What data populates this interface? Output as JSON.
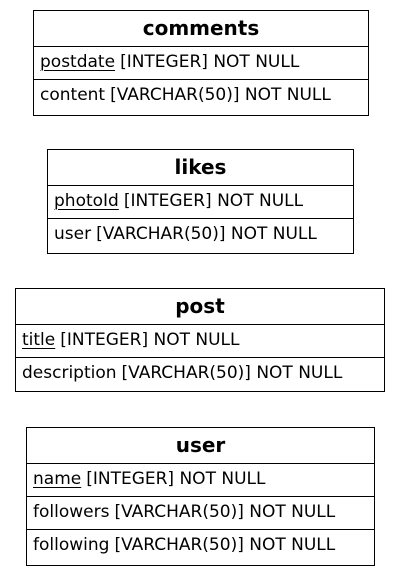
{
  "entities": {
    "comments": {
      "name": "comments",
      "fields": [
        {
          "name": "postdate",
          "type": "[INTEGER] NOT NULL",
          "primary_key": true
        },
        {
          "name": "content",
          "type": "[VARCHAR(50)] NOT NULL",
          "primary_key": false
        }
      ]
    },
    "likes": {
      "name": "likes",
      "fields": [
        {
          "name": "photoId",
          "type": "[INTEGER] NOT NULL",
          "primary_key": true
        },
        {
          "name": "user",
          "type": "[VARCHAR(50)] NOT NULL",
          "primary_key": false
        }
      ]
    },
    "post": {
      "name": "post",
      "fields": [
        {
          "name": "title",
          "type": "[INTEGER] NOT NULL",
          "primary_key": true
        },
        {
          "name": "description",
          "type": "[VARCHAR(50)] NOT NULL",
          "primary_key": false
        }
      ]
    },
    "user": {
      "name": "user",
      "fields": [
        {
          "name": "name",
          "type": "[INTEGER] NOT NULL",
          "primary_key": true
        },
        {
          "name": "followers",
          "type": "[VARCHAR(50)] NOT NULL",
          "primary_key": false
        },
        {
          "name": "following",
          "type": "[VARCHAR(50)] NOT NULL",
          "primary_key": false
        }
      ]
    }
  }
}
